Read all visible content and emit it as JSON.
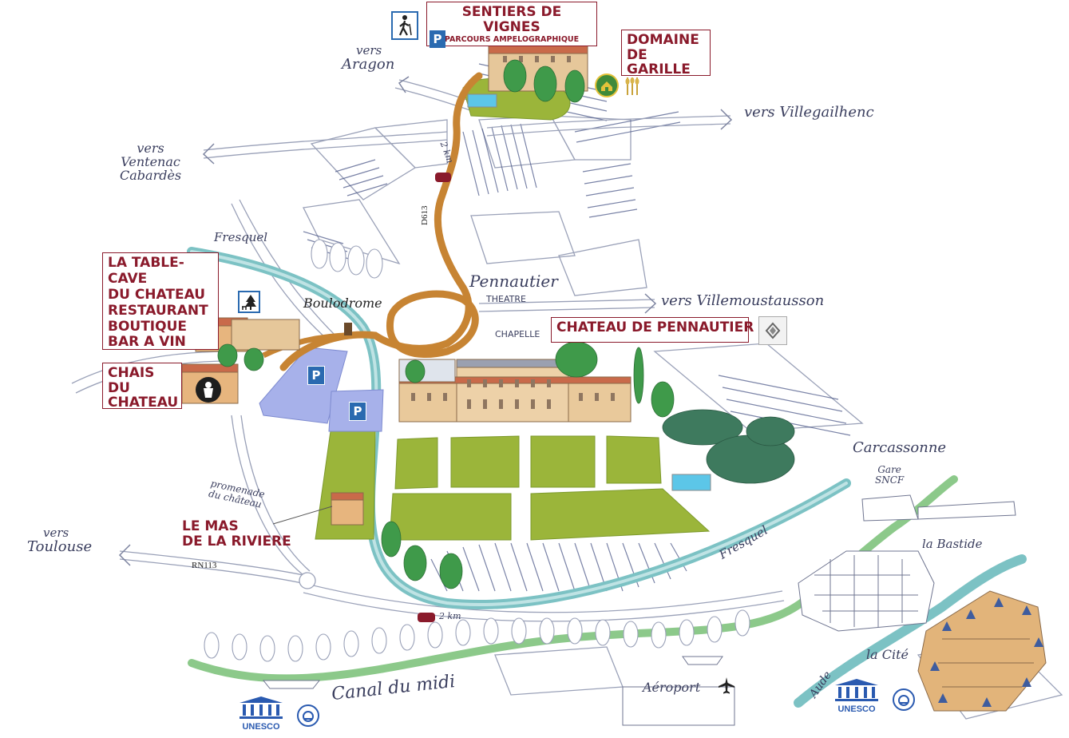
{
  "places": {
    "sentiers_title": "SENTIERS DE VIGNES",
    "sentiers_sub": "PARCOURS AMPELOGRAPHIQUE",
    "domaine": [
      "DOMAINE",
      "DE GARILLE"
    ],
    "table_cave": [
      "LA TABLE-CAVE",
      "DU CHATEAU",
      "RESTAURANT",
      "BOUTIQUE",
      "BAR A VIN"
    ],
    "chais": [
      "CHAIS DU",
      "CHATEAU"
    ],
    "chateau": "CHATEAU DE PENNAUTIER",
    "mas": [
      "LE MAS",
      "DE LA RIVIERE"
    ]
  },
  "labels": {
    "vers_aragon": [
      "vers",
      "Aragon"
    ],
    "vers_villegailhenc": "vers Villegailhenc",
    "vers_ventenac": [
      "vers",
      "Ventenac",
      "Cabardès"
    ],
    "fresquel_top": "Fresquel",
    "fresquel_bottom": "Fresquel",
    "pennautier": "Pennautier",
    "theatre": "THEATRE",
    "chapelle": "CHAPELLE",
    "boulodrome": "Boulodrome",
    "vers_villemoustausson": "vers Villemoustausson",
    "carcassonne": "Carcassonne",
    "gare": [
      "Gare",
      "SNCF"
    ],
    "la_bastide": "la Bastide",
    "la_cite": "la Cité",
    "aude": "Aude",
    "promenade": [
      "promenade",
      "du château"
    ],
    "vers_toulouse": [
      "vers",
      "Toulouse"
    ],
    "canal": "Canal du midi",
    "aeroport": "Aéroport",
    "d613": "D613",
    "rn113": "RN113",
    "dist_top": "2 km",
    "dist_bottom": "2 km",
    "unesco_left": "UNESCO",
    "unesco_right": "UNESCO"
  },
  "icons": {
    "parking": "P",
    "monument": "MONUMENT HISTORIQUE"
  },
  "colors": {
    "brand": "#8a1a2b",
    "road": "#c78433",
    "river": "#7cc2c4",
    "canal": "#8cc98a",
    "lawn": "#9bb53a",
    "parking": "#a7b1ea",
    "ink": "#3a3e5e"
  }
}
